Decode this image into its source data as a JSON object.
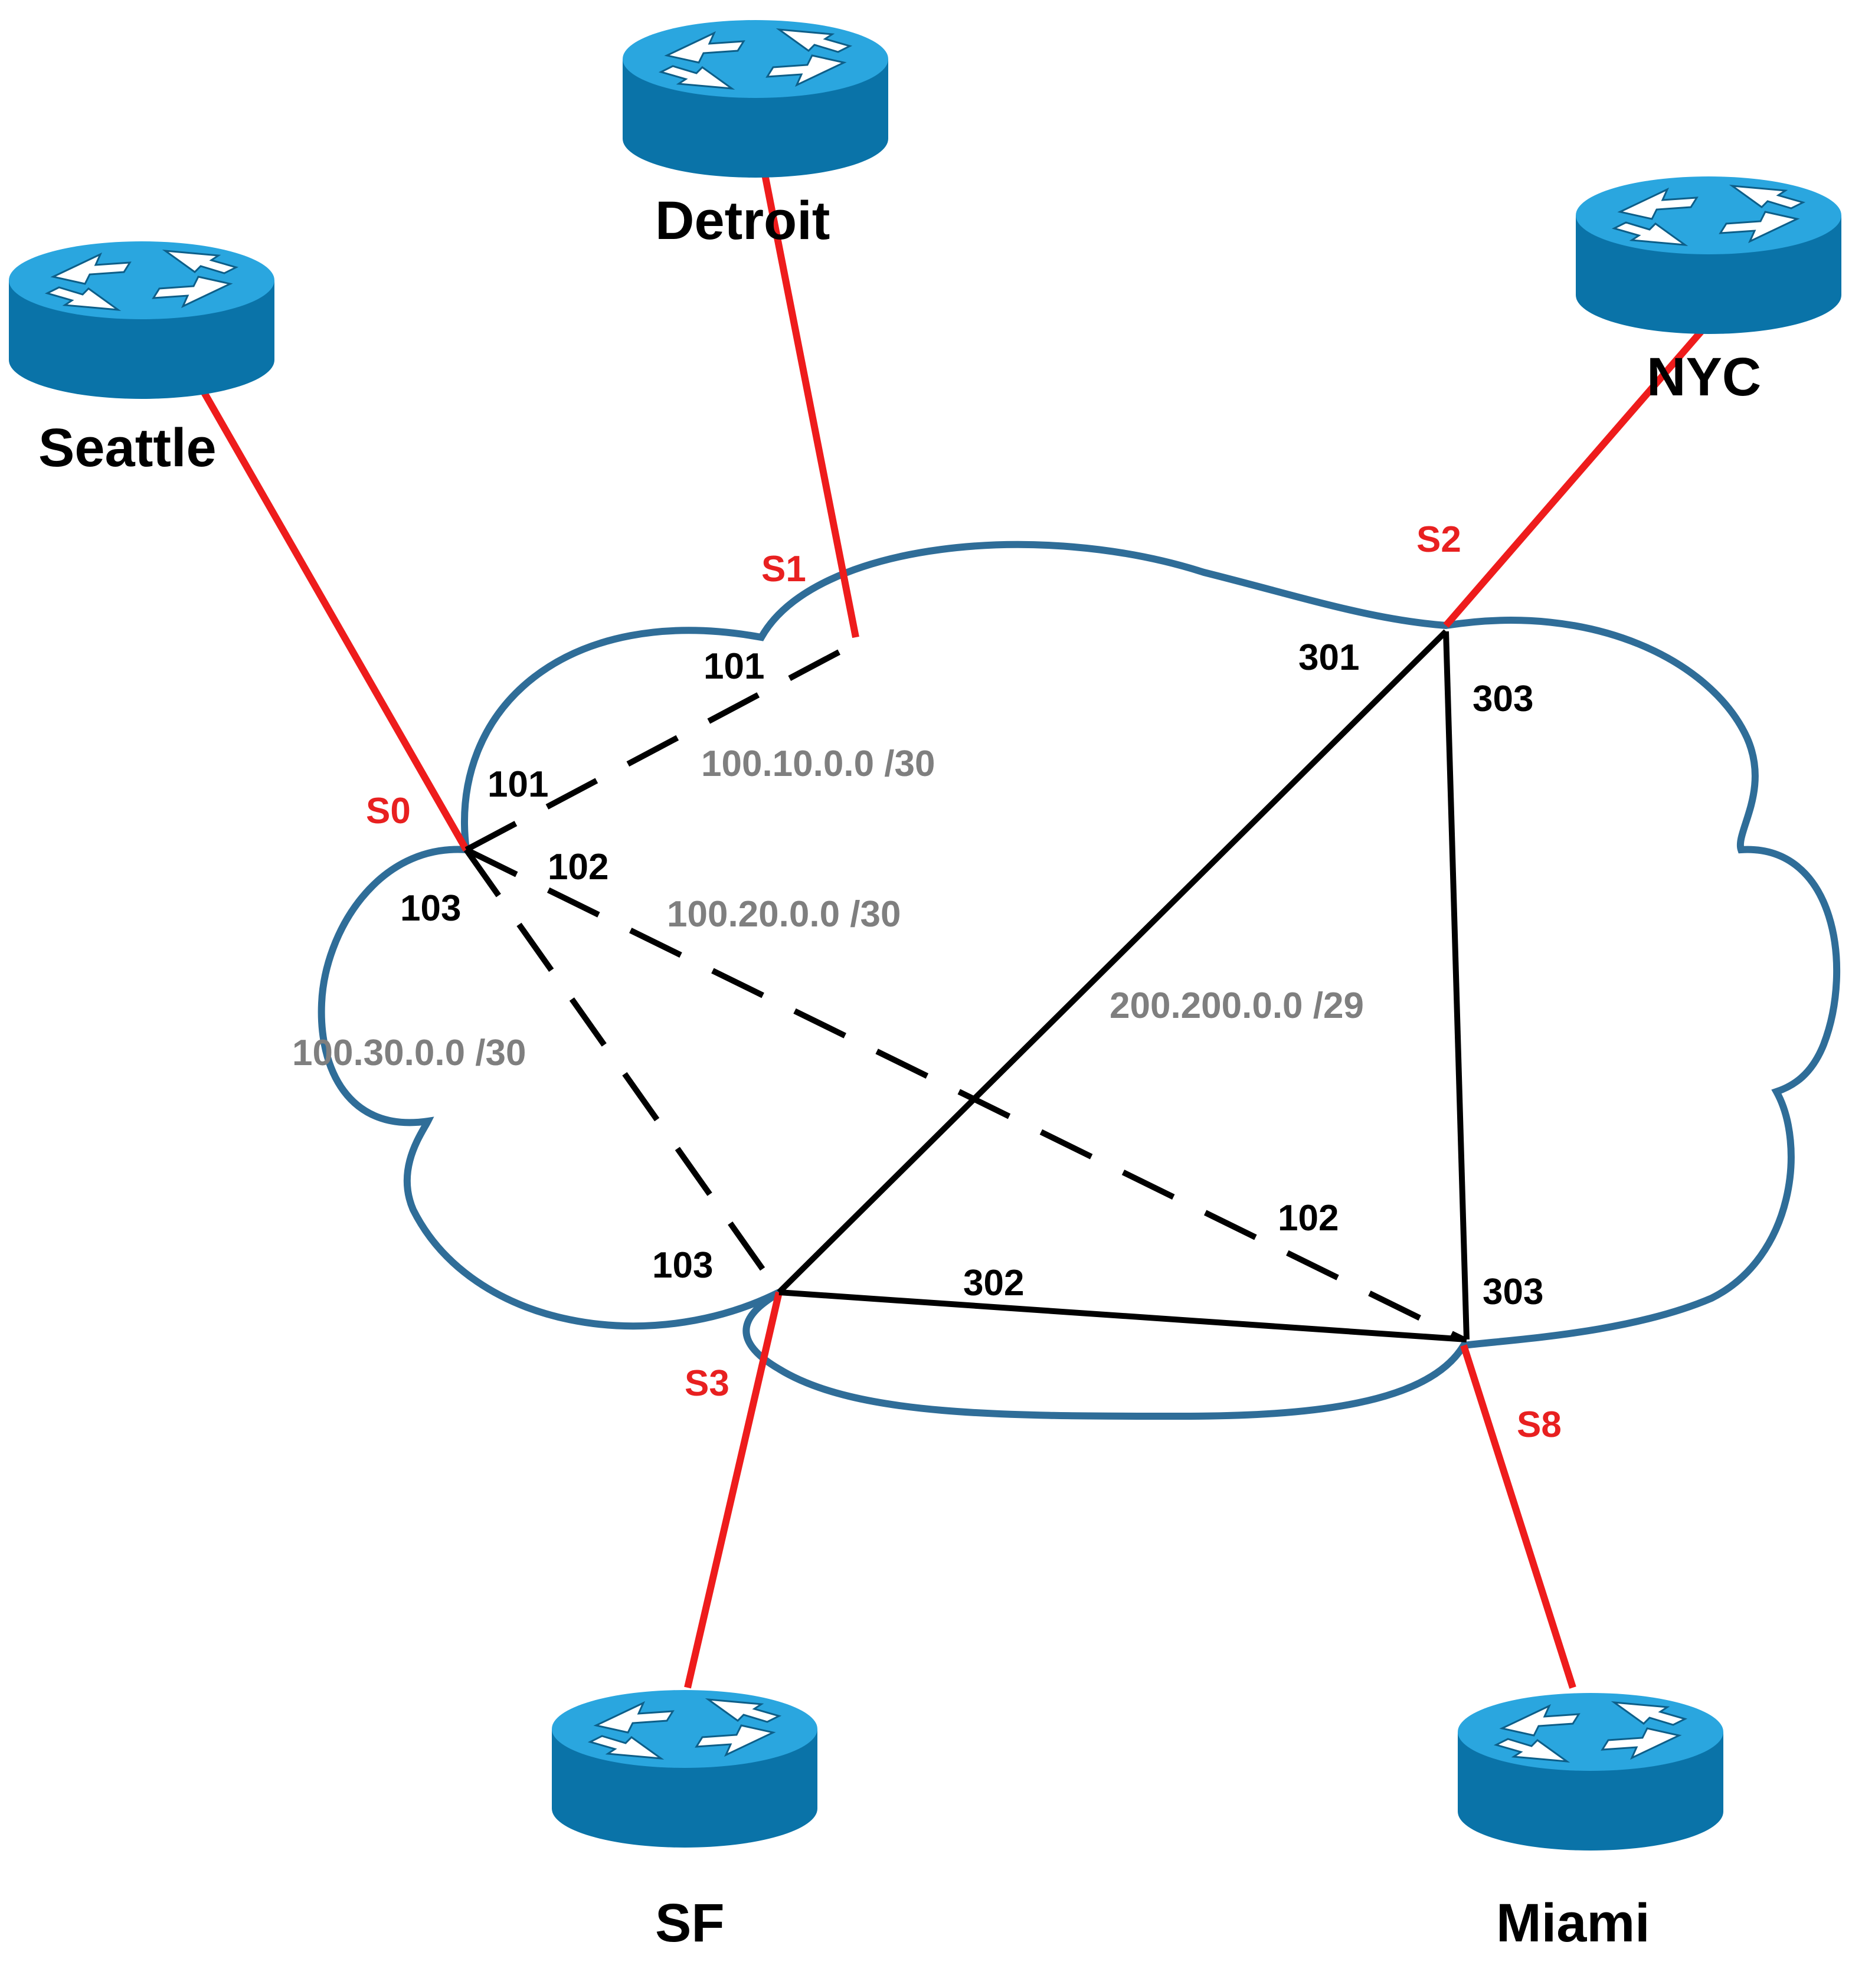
{
  "colors": {
    "access_link": "#ee1c1c",
    "cloud_outline": "#2f6d98",
    "pvc": "#000000",
    "subnet_text": "#7f7f7f",
    "interface_text": "#e82020",
    "router_top": "#2aa6df",
    "router_side": "#0a73a8"
  },
  "routers": {
    "detroit": {
      "name": "Detroit",
      "icon": "router-icon"
    },
    "seattle": {
      "name": "Seattle",
      "icon": "router-icon"
    },
    "nyc": {
      "name": "NYC",
      "icon": "router-icon"
    },
    "sf": {
      "name": "SF",
      "icon": "router-icon"
    },
    "miami": {
      "name": "Miami",
      "icon": "router-icon"
    }
  },
  "interfaces": {
    "s0": "S0",
    "s1": "S1",
    "s2": "S2",
    "s3": "S3",
    "s8": "S8"
  },
  "dlcis": {
    "s1_to_s0": "101",
    "s0_to_s1": "101",
    "s0_to_s8": "102",
    "s0_to_s3": "103",
    "s2_to_s3": "301",
    "s2_to_s8": "303",
    "s3_to_s0": "103",
    "s3_to_s8": "302",
    "s8_to_s0": "102",
    "s8_to_s2": "303"
  },
  "subnets": {
    "seattle_detroit": "100.10.0.0 /30",
    "seattle_miami": "100.20.0.0 /30",
    "seattle_sf": "100.30.0.0 /30",
    "multipoint": "200.200.0.0 /29"
  }
}
